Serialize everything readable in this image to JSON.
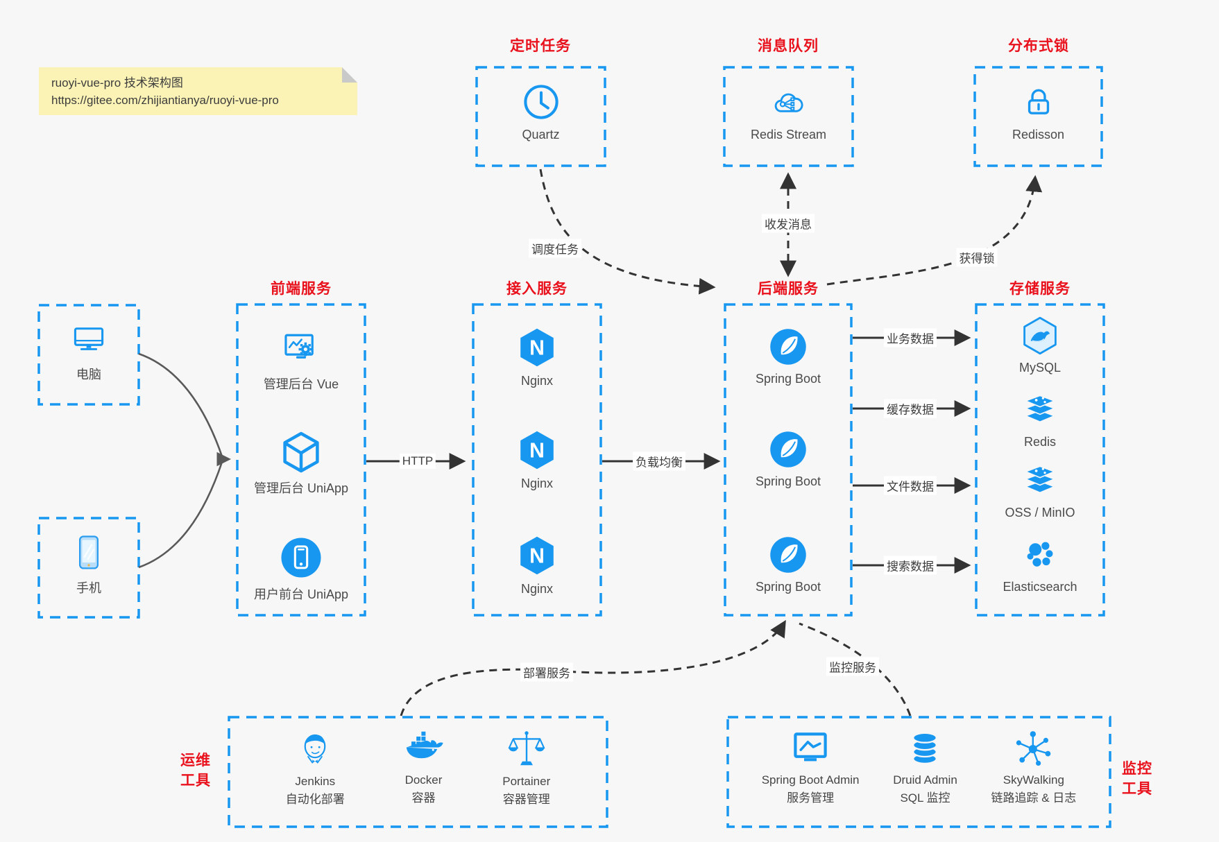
{
  "note": {
    "line1": "ruoyi-vue-pro 技术架构图",
    "line2": "https://gitee.com/zhijiantianya/ruoyi-vue-pro"
  },
  "top_groups": [
    {
      "title": "定时任务",
      "item": {
        "icon": "clock-icon",
        "label": "Quartz"
      }
    },
    {
      "title": "消息队列",
      "item": {
        "icon": "cloud-network-icon",
        "label": "Redis Stream"
      }
    },
    {
      "title": "分布式锁",
      "item": {
        "icon": "lock-icon",
        "label": "Redisson"
      }
    }
  ],
  "clients": [
    {
      "icon": "desktop-icon",
      "label": "电脑"
    },
    {
      "icon": "smartphone-icon",
      "label": "手机"
    }
  ],
  "columns": [
    {
      "title": "前端服务",
      "items": [
        {
          "icon": "admin-vue-icon",
          "label": "管理后台 Vue"
        },
        {
          "icon": "uniapp-cube-icon",
          "label": "管理后台 UniApp"
        },
        {
          "icon": "user-app-icon",
          "label": "用户前台 UniApp"
        }
      ]
    },
    {
      "title": "接入服务",
      "items": [
        {
          "icon": "nginx-icon",
          "label": "Nginx"
        },
        {
          "icon": "nginx-icon",
          "label": "Nginx"
        },
        {
          "icon": "nginx-icon",
          "label": "Nginx"
        }
      ]
    },
    {
      "title": "后端服务",
      "items": [
        {
          "icon": "spring-boot-icon",
          "label": "Spring Boot"
        },
        {
          "icon": "spring-boot-icon",
          "label": "Spring Boot"
        },
        {
          "icon": "spring-boot-icon",
          "label": "Spring Boot"
        }
      ]
    },
    {
      "title": "存储服务",
      "items": [
        {
          "icon": "mysql-icon",
          "label": "MySQL"
        },
        {
          "icon": "redis-icon",
          "label": "Redis"
        },
        {
          "icon": "storage-stack-icon",
          "label": "OSS / MinIO"
        },
        {
          "icon": "elasticsearch-icon",
          "label": "Elasticsearch"
        }
      ]
    }
  ],
  "edges": {
    "http": "HTTP",
    "load_balance": "负载均衡",
    "business_data": "业务数据",
    "cache_data": "缓存数据",
    "file_data": "文件数据",
    "search_data": "搜索数据",
    "schedule_job": "调度任务",
    "send_receive_message": "收发消息",
    "acquire_lock": "获得锁",
    "deploy_service": "部署服务",
    "monitor_service": "监控服务"
  },
  "bottom_groups": [
    {
      "title_lines": [
        "运维",
        "工具"
      ],
      "items": [
        {
          "icon": "jenkins-icon",
          "label": "Jenkins",
          "sublabel": "自动化部署"
        },
        {
          "icon": "docker-icon",
          "label": "Docker",
          "sublabel": "容器"
        },
        {
          "icon": "portainer-icon",
          "label": "Portainer",
          "sublabel": "容器管理"
        }
      ]
    },
    {
      "title_lines": [
        "监控",
        "工具"
      ],
      "items": [
        {
          "icon": "spring-boot-admin-icon",
          "label": "Spring Boot Admin",
          "sublabel": "服务管理"
        },
        {
          "icon": "druid-icon",
          "label": "Druid Admin",
          "sublabel": "SQL 监控"
        },
        {
          "icon": "skywalking-icon",
          "label": "SkyWalking",
          "sublabel": "链路追踪 & 日志"
        }
      ]
    }
  ],
  "icons": {
    "nginx_letter": "N"
  },
  "colors": {
    "accent_blue": "#1797f0",
    "title_red": "#e8111c",
    "arrow_dark": "#333333",
    "client_arrow_gray": "#595959",
    "note_bg": "#fbf3b5",
    "canvas_bg": "#f7f7f7",
    "label_text": "#4a4a4a"
  }
}
